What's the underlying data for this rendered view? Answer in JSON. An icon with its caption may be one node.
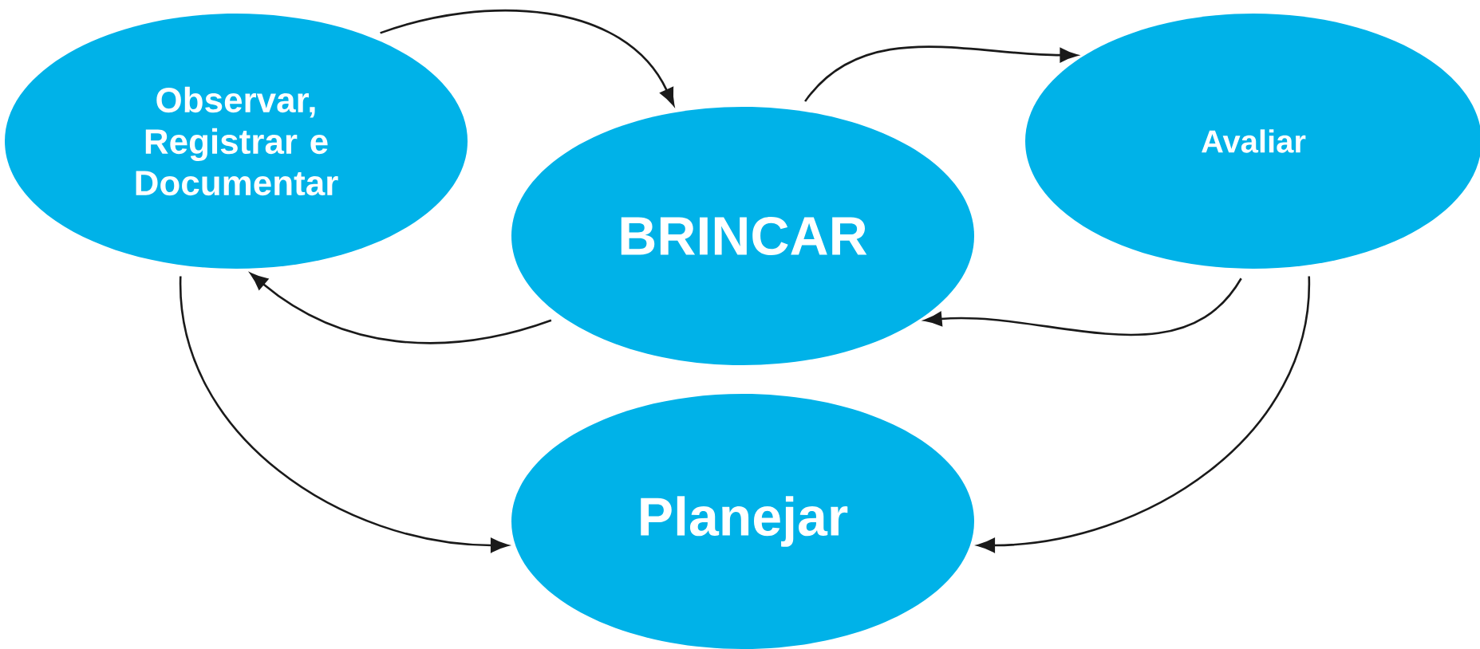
{
  "diagram": {
    "nodes": [
      {
        "text": [
          "Observar, Registrar e Documentar"
        ]
      },
      {
        "text": [
          "BRINCAR"
        ]
      },
      {
        "text": [
          "Avaliar"
        ]
      },
      {
        "text": [
          "Planejar"
        ]
      }
    ],
    "edges": [
      {
        "from": 0,
        "to": 1,
        "arrow": "to"
      },
      {
        "from": 1,
        "to": 2,
        "arrow": "to"
      },
      {
        "from": 1,
        "to": 0,
        "arrow": "to"
      },
      {
        "from": 2,
        "to": 1,
        "arrow": "to"
      },
      {
        "from": 0,
        "to": 3,
        "arrow": "to"
      },
      {
        "from": 2,
        "to": 3,
        "arrow": "to"
      }
    ]
  }
}
